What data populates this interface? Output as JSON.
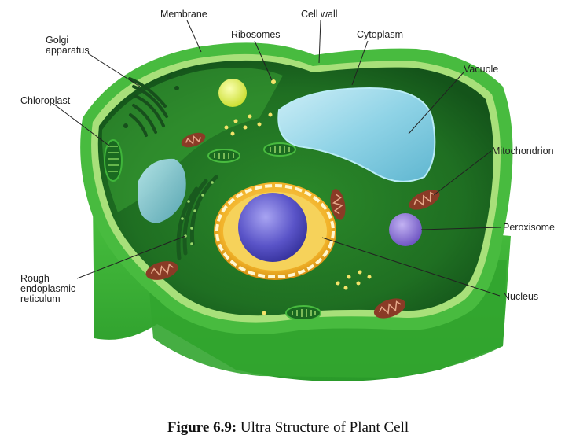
{
  "labels": {
    "membrane": "Membrane",
    "cell_wall": "Cell wall",
    "ribosomes": "Ribosomes",
    "cytoplasm": "Cytoplasm",
    "golgi": "Golgi\napparatus",
    "vacuole": "Vacuole",
    "chloroplast": "Chloroplast",
    "mitochondrion": "Mitochondrion",
    "peroxisome": "Peroxisome",
    "rough_er": "Rough\nendoplasmic\nreticulum",
    "nucleus": "Nucleus"
  },
  "caption": {
    "prefix": "Figure 6.9:",
    "text": " Ultra Structure of Plant Cell"
  },
  "colors": {
    "cell_wall": "#3fb53a",
    "cytoplasm": "#2e8f2a",
    "vacuole": "#8fd3e6",
    "nucleus_envelope": "#f2c230",
    "nucleolus": "#5a54c8",
    "peroxisome": "#8a6fd6",
    "mitochondria": "#8a3b26",
    "ribosome": "#f5e36a"
  }
}
